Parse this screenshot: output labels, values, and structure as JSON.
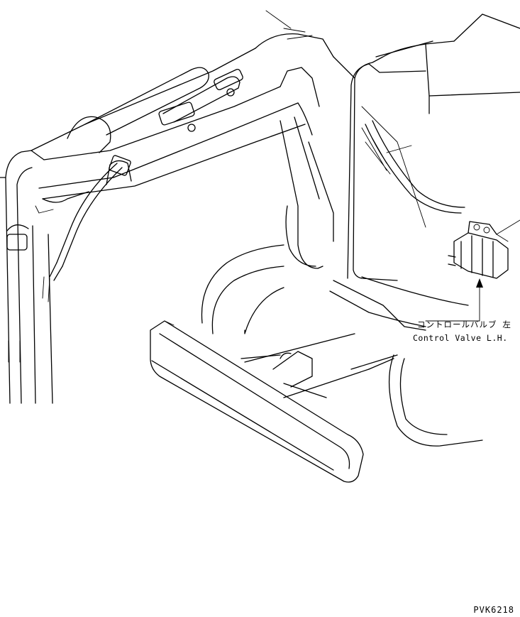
{
  "callout": {
    "label_jp": "コントロールバルブ 左",
    "label_en": "Control Valve L.H."
  },
  "drawing_code": "PVK6218",
  "colors": {
    "line": "#000000",
    "background": "#ffffff"
  }
}
